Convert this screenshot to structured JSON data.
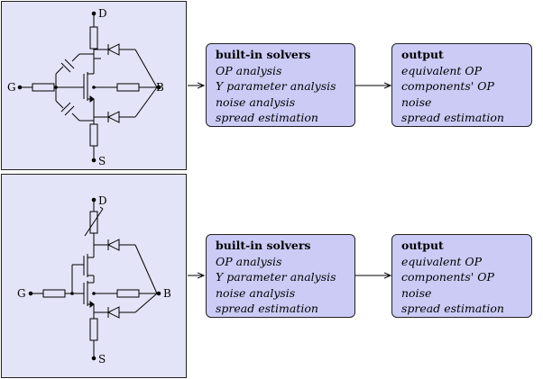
{
  "rows": [
    {
      "circuit": {
        "drain": "D",
        "gate": "G",
        "source": "S",
        "bulk": "B"
      },
      "solvers": {
        "title": "built-in solvers",
        "items": [
          "OP analysis",
          "Y parameter analysis",
          "noise analysis",
          "spread estimation"
        ]
      },
      "output": {
        "title": "output",
        "items": [
          "equivalent OP",
          "components' OP",
          "noise",
          "spread estimation"
        ]
      }
    },
    {
      "circuit": {
        "drain": "D",
        "gate": "G",
        "source": "S",
        "bulk": "B"
      },
      "solvers": {
        "title": "built-in solvers",
        "items": [
          "OP analysis",
          "Y parameter analysis",
          "noise analysis",
          "spread estimation"
        ]
      },
      "output": {
        "title": "output",
        "items": [
          "equivalent OP",
          "components' OP",
          "noise",
          "spread estimation"
        ]
      }
    }
  ]
}
